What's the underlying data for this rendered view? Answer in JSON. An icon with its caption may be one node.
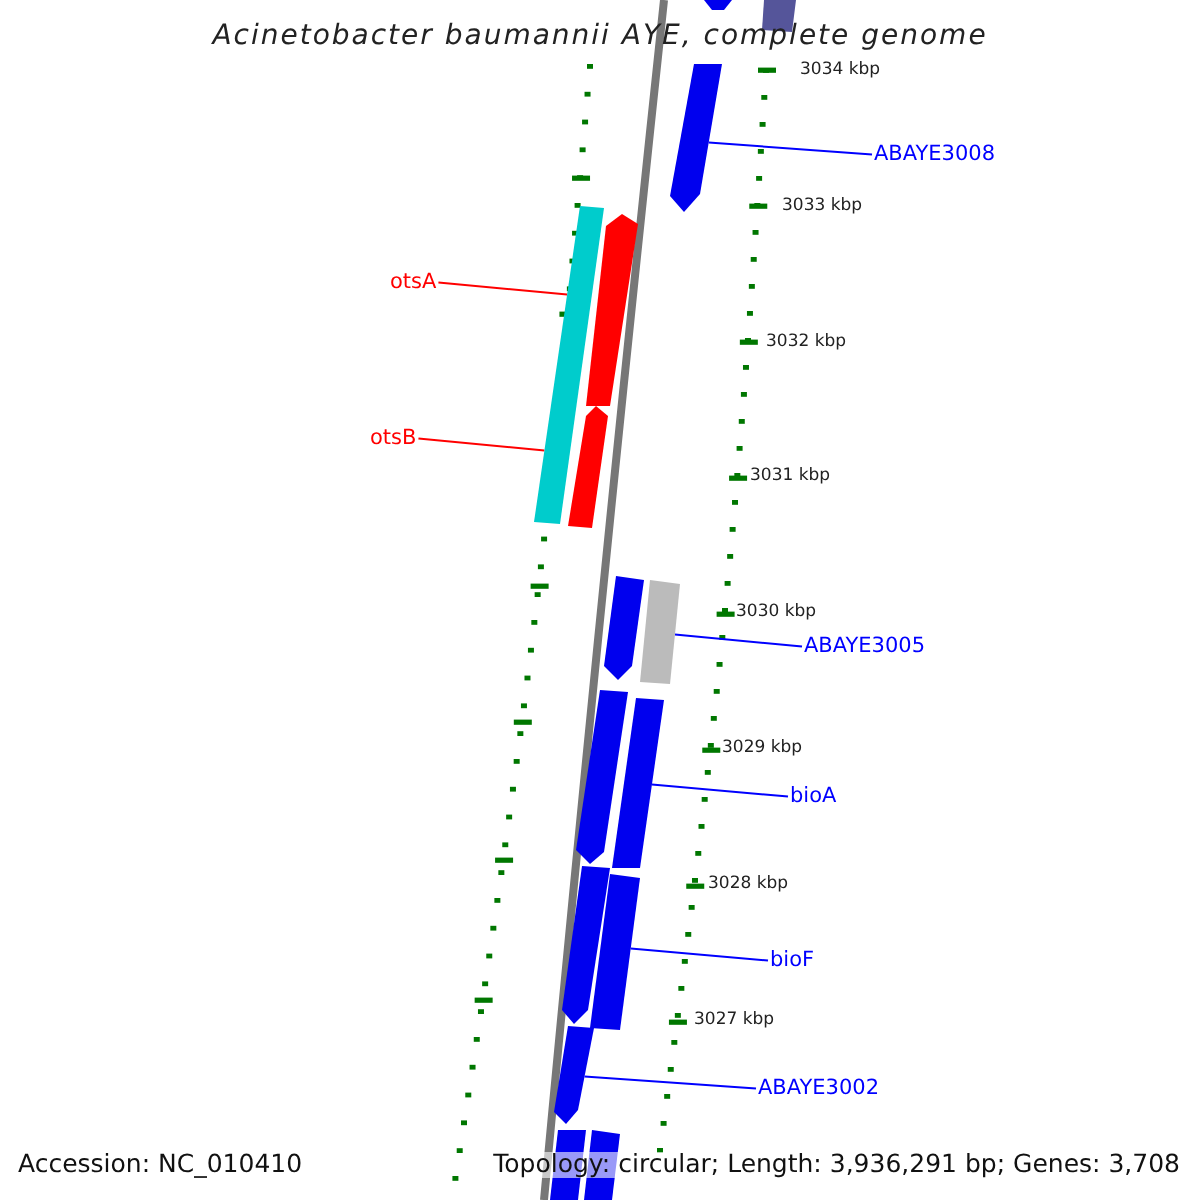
{
  "diagram": {
    "title": "Acinetobacter baumannii AYE, complete genome",
    "nodes": [
      {
        "text": [],
        "shape": "bar"
      },
      {
        "text": [],
        "shape": "bar"
      },
      {
        "text": [],
        "shape": "bar"
      },
      {
        "text": [
          "ABAYE3008"
        ]
      },
      {
        "text": [],
        "shape": "bar"
      },
      {
        "text": [],
        "shape": "bar"
      },
      {
        "text": [
          "otsA"
        ]
      },
      {
        "text": [],
        "shape": "bar"
      },
      {
        "text": [
          "otsB"
        ]
      },
      {
        "text": [],
        "shape": "bar"
      },
      {
        "text": [],
        "shape": "bar"
      },
      {
        "text": [
          "ABAYE3005"
        ]
      },
      {
        "text": [],
        "shape": "bar"
      },
      {
        "text": [],
        "shape": "bar"
      },
      {
        "text": [
          "bioA"
        ]
      },
      {
        "text": [],
        "shape": "bar"
      },
      {
        "text": [],
        "shape": "bar"
      },
      {
        "text": [
          "bioF"
        ]
      },
      {
        "text": [],
        "shape": "bar"
      },
      {
        "text": [
          "ABAYE3002"
        ]
      },
      {
        "text": [],
        "shape": "bar"
      },
      {
        "text": [],
        "shape": "bar"
      }
    ],
    "edges": [
      {
        "from": 3,
        "to": 2,
        "arrow": "none"
      },
      {
        "from": 6,
        "to": 4,
        "arrow": "none",
        "color": "#ff0000"
      },
      {
        "from": 8,
        "to": 4,
        "arrow": "none",
        "color": "#ff0000"
      },
      {
        "from": 11,
        "to": 10,
        "arrow": "none"
      },
      {
        "from": 14,
        "to": 13,
        "arrow": "none"
      },
      {
        "from": 17,
        "to": 16,
        "arrow": "none"
      },
      {
        "from": 19,
        "to": 18,
        "arrow": "none"
      }
    ],
    "labels": [
      "3034 kbp",
      "3033 kbp",
      "3032 kbp",
      "3031 kbp",
      "3030 kbp",
      "3029 kbp",
      "3028 kbp",
      "3027 kbp",
      "Accession: NC_010410",
      "Topology: circular; Length: 3,936,291 bp; Genes: 3,708"
    ]
  }
}
